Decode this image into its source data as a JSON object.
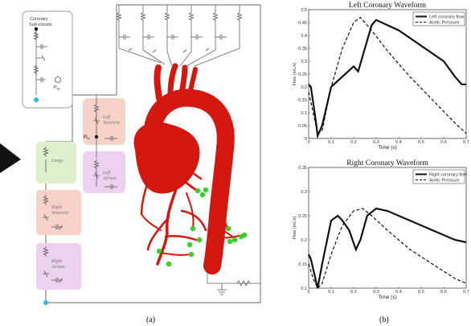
{
  "figure": {
    "caption_a": "(a)",
    "caption_b": "(b)",
    "inset_title_line1": "Coronary",
    "inset_title_line2": "Sub-circuits",
    "inset_pressure_label": "P",
    "inset_pressure_sub": "ity",
    "p_lv_label": "P",
    "p_lv_sub": "lv",
    "blocks": {
      "left_ventricle_1": "Left",
      "left_ventricle_2": "Ventricle",
      "left_atrium_1": "Left",
      "left_atrium_2": "Atrium",
      "lungs": "Lungs",
      "right_ventricle_1": "Right",
      "right_ventricle_2": "Ventricle",
      "right_atrium_1": "Right",
      "right_atrium_2": "Atrium"
    },
    "colors": {
      "aorta": "#d4170f",
      "outlet_dots": "#35d12a",
      "ventricle_block": "#f6d2c8",
      "atrium_block": "#ecd2ee",
      "lungs_block": "#dff0cc",
      "node": "#33b7e6"
    }
  },
  "chart_data": [
    {
      "type": "line",
      "title": "Left Coronary Waveform",
      "xlabel": "Time (s)",
      "ylabel": "Flow (mL/s)",
      "xlim": [
        0,
        0.7
      ],
      "ylim": [
        0,
        0.5
      ],
      "xticks": [
        "0",
        "0.1",
        "0.2",
        "0.3",
        "0.4",
        "0.5",
        "0.6",
        "0.7"
      ],
      "yticks": [
        "0",
        "0.05",
        "0.1",
        "0.15",
        "0.2",
        "0.25",
        "0.3",
        "0.35",
        "0.4",
        "0.45",
        "0.5"
      ],
      "legend": [
        "Left coronary flow",
        "Aortic Pressure"
      ],
      "legend_position": "top-right",
      "series": [
        {
          "name": "Left coronary flow",
          "style": "solid",
          "x": [
            0,
            0.01,
            0.03,
            0.04,
            0.06,
            0.1,
            0.15,
            0.2,
            0.22,
            0.25,
            0.28,
            0.3,
            0.35,
            0.4,
            0.5,
            0.6,
            0.65,
            0.68,
            0.7
          ],
          "y": [
            0.21,
            0.2,
            0.08,
            0.01,
            0.05,
            0.2,
            0.24,
            0.28,
            0.26,
            0.35,
            0.44,
            0.46,
            0.44,
            0.42,
            0.36,
            0.3,
            0.24,
            0.21,
            0.21
          ]
        },
        {
          "name": "Aortic Pressure",
          "style": "dashed",
          "x": [
            0,
            0.02,
            0.04,
            0.06,
            0.1,
            0.15,
            0.2,
            0.23,
            0.27,
            0.35,
            0.45,
            0.55,
            0.65,
            0.7
          ],
          "y": [
            0.18,
            0.1,
            0.02,
            0.03,
            0.2,
            0.35,
            0.45,
            0.47,
            0.43,
            0.34,
            0.24,
            0.15,
            0.06,
            0.02
          ]
        }
      ]
    },
    {
      "type": "line",
      "title": "Right Coronary Waveform",
      "xlabel": "Time (s)",
      "ylabel": "Flow (mL/s)",
      "xlim": [
        0,
        0.7
      ],
      "ylim": [
        0.1,
        0.35
      ],
      "xticks": [
        "0",
        "0.1",
        "0.2",
        "0.3",
        "0.4",
        "0.5",
        "0.6",
        "0.7"
      ],
      "yticks": [
        "0.1",
        "0.15",
        "0.2",
        "0.25",
        "0.3",
        "0.35"
      ],
      "legend": [
        "Right coronary flow",
        "Aortic Pressure"
      ],
      "legend_position": "top-right",
      "series": [
        {
          "name": "Right coronary flow",
          "style": "solid",
          "x": [
            0,
            0.01,
            0.03,
            0.04,
            0.06,
            0.1,
            0.13,
            0.15,
            0.18,
            0.21,
            0.23,
            0.26,
            0.3,
            0.35,
            0.45,
            0.55,
            0.65,
            0.7
          ],
          "y": [
            0.17,
            0.16,
            0.12,
            0.1,
            0.15,
            0.24,
            0.25,
            0.24,
            0.22,
            0.18,
            0.2,
            0.25,
            0.265,
            0.26,
            0.24,
            0.22,
            0.2,
            0.195
          ]
        },
        {
          "name": "Aortic Pressure",
          "style": "dashed",
          "x": [
            0,
            0.02,
            0.04,
            0.06,
            0.1,
            0.15,
            0.2,
            0.24,
            0.28,
            0.35,
            0.45,
            0.55,
            0.65,
            0.7
          ],
          "y": [
            0.15,
            0.12,
            0.1,
            0.11,
            0.17,
            0.23,
            0.26,
            0.265,
            0.25,
            0.22,
            0.18,
            0.15,
            0.12,
            0.11
          ]
        }
      ]
    }
  ]
}
